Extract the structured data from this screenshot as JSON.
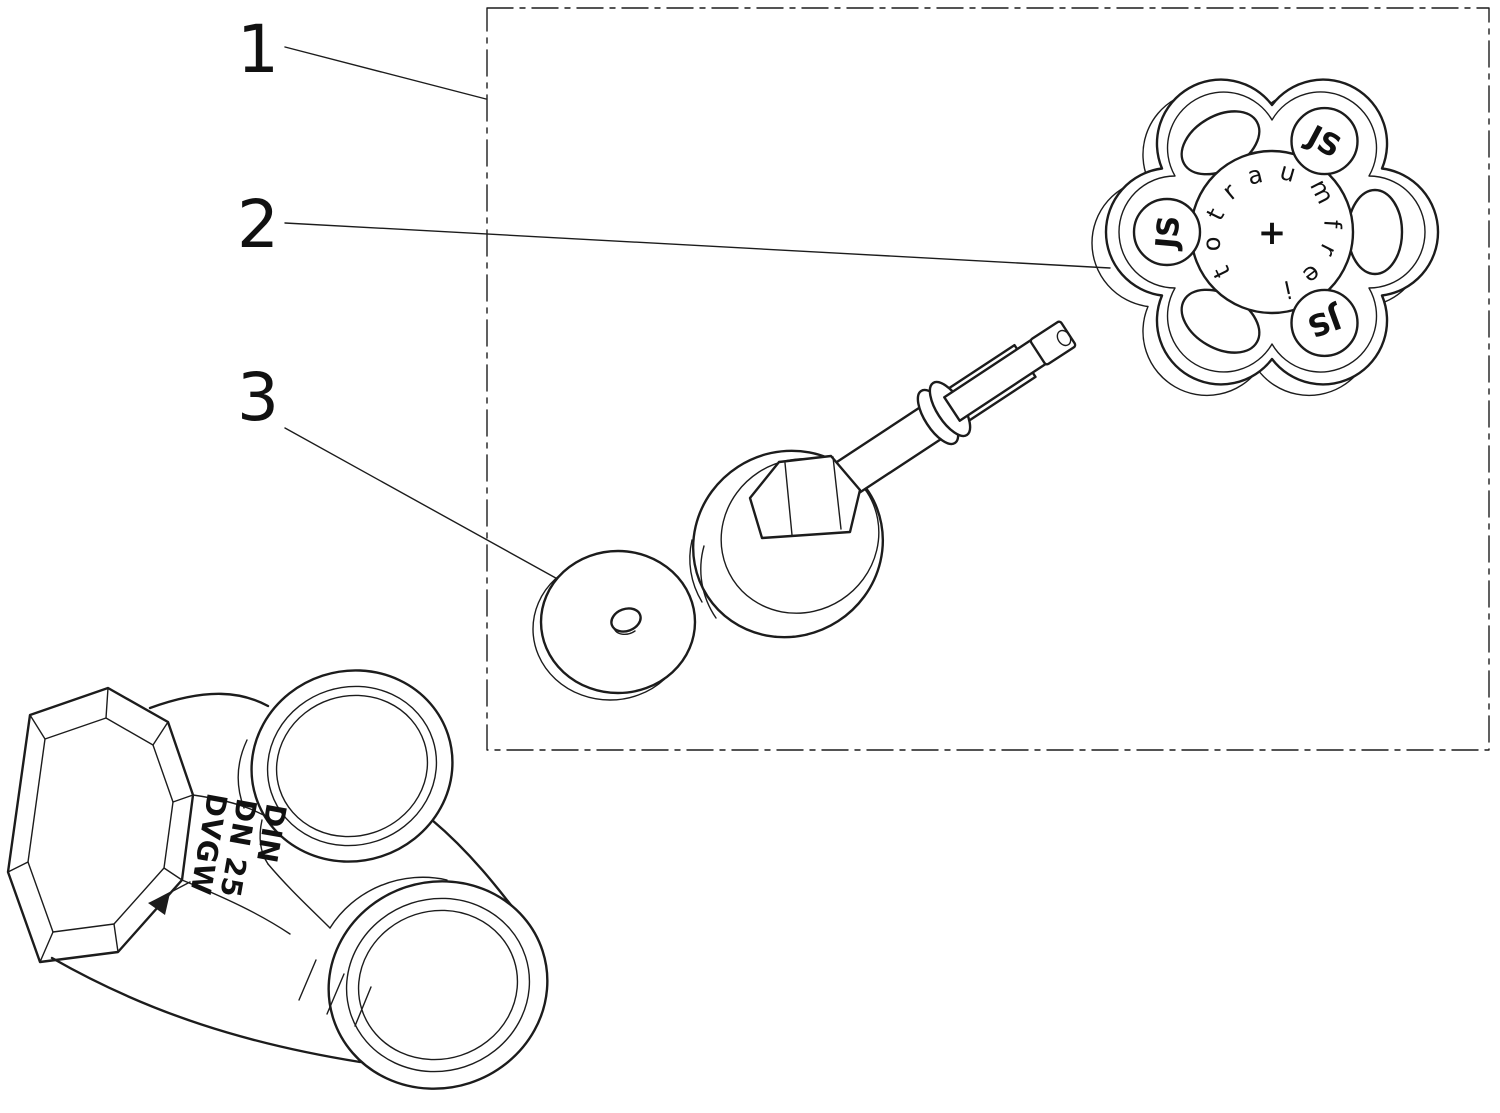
{
  "page": {
    "background": "#ffffff"
  },
  "diagram": {
    "line_color": "#1c1c1c",
    "text_color": "#111111",
    "part_labels": [
      {
        "number": "1"
      },
      {
        "number": "2"
      },
      {
        "number": "3"
      }
    ],
    "handwheel": {
      "center_text": "totraumfrei",
      "logo_text": "JS",
      "center_mark": "+"
    },
    "valve_body": {
      "marking_line1": "DVGW",
      "marking_line2": "DN 25",
      "marking_line3": "DIN"
    }
  }
}
